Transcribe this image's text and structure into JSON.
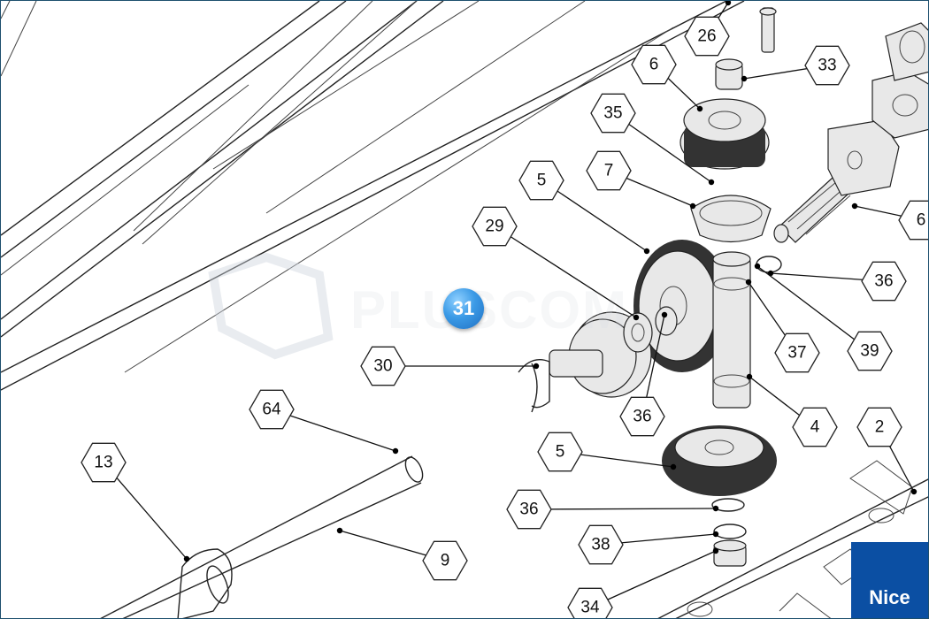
{
  "watermark": {
    "text": "PLUSCOM"
  },
  "brand": {
    "label": "Nice",
    "color": "#0b4fa3"
  },
  "highlight": {
    "label": "31",
    "color": "#3b9ae6"
  },
  "callouts": [
    {
      "id": "c26",
      "label": "26"
    },
    {
      "id": "c6a",
      "label": "6"
    },
    {
      "id": "c33",
      "label": "33"
    },
    {
      "id": "c35",
      "label": "35"
    },
    {
      "id": "c7",
      "label": "7"
    },
    {
      "id": "c5a",
      "label": "5"
    },
    {
      "id": "c29",
      "label": "29"
    },
    {
      "id": "c6b",
      "label": "6"
    },
    {
      "id": "c36a",
      "label": "36"
    },
    {
      "id": "c37",
      "label": "37"
    },
    {
      "id": "c39",
      "label": "39"
    },
    {
      "id": "c30",
      "label": "30"
    },
    {
      "id": "c36b",
      "label": "36"
    },
    {
      "id": "c4",
      "label": "4"
    },
    {
      "id": "c2",
      "label": "2"
    },
    {
      "id": "c64",
      "label": "64"
    },
    {
      "id": "c13",
      "label": "13"
    },
    {
      "id": "c5b",
      "label": "5"
    },
    {
      "id": "c36c",
      "label": "36"
    },
    {
      "id": "c38",
      "label": "38"
    },
    {
      "id": "c9",
      "label": "9"
    },
    {
      "id": "c34",
      "label": "34"
    }
  ]
}
